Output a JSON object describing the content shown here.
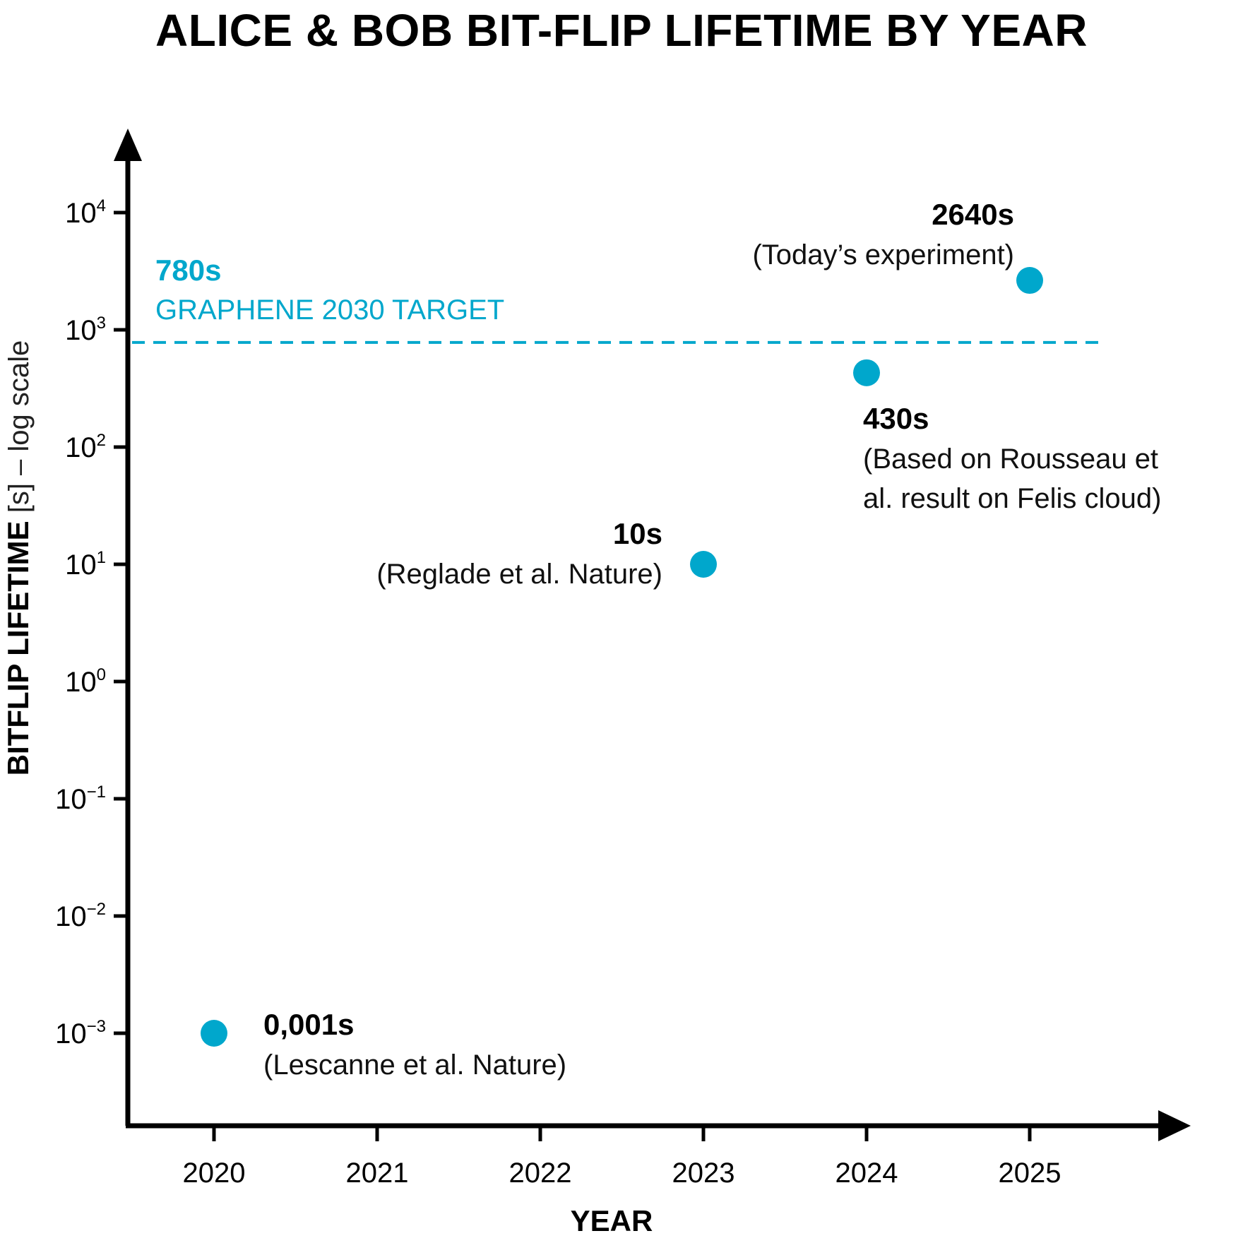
{
  "chart_data": {
    "type": "scatter",
    "title": "ALICE & BOB BIT-FLIP LIFETIME BY YEAR",
    "xlabel": "YEAR",
    "ylabel_bold": "BITFLIP LIFETIME",
    "ylabel_rest": " [s] – log scale",
    "y_scale": "log",
    "ylim": [
      0.0003,
      30000
    ],
    "x_ticks": [
      "2020",
      "2021",
      "2022",
      "2023",
      "2024",
      "2025"
    ],
    "y_ticks": [
      {
        "value": 10000,
        "base": "10",
        "exp": "4"
      },
      {
        "value": 1000,
        "base": "10",
        "exp": "3"
      },
      {
        "value": 100,
        "base": "10",
        "exp": "2"
      },
      {
        "value": 10,
        "base": "10",
        "exp": "1"
      },
      {
        "value": 1,
        "base": "10",
        "exp": "0"
      },
      {
        "value": 0.1,
        "base": "10",
        "exp": "−1"
      },
      {
        "value": 0.01,
        "base": "10",
        "exp": "−2"
      },
      {
        "value": 0.001,
        "base": "10",
        "exp": "−3"
      }
    ],
    "points": [
      {
        "x": 2020,
        "y": 0.001,
        "value_label": "0,001s",
        "note": [
          "(Lescanne et al. Nature)"
        ]
      },
      {
        "x": 2023,
        "y": 10,
        "value_label": "10s",
        "note": [
          "(Reglade et al. Nature)"
        ]
      },
      {
        "x": 2024,
        "y": 430,
        "value_label": "430s",
        "note": [
          "(Based on Rousseau et",
          "al. result on Felis cloud)"
        ]
      },
      {
        "x": 2025,
        "y": 2640,
        "value_label": "2640s",
        "note": [
          "(Today’s experiment)"
        ]
      }
    ],
    "reference_line": {
      "y": 780,
      "value_label": "780s",
      "label": "GRAPHENE 2030 TARGET",
      "style": "dashed"
    },
    "colors": {
      "point": "#00a7cc",
      "target": "#00a7cc",
      "axis": "#000000"
    },
    "grid": false
  }
}
